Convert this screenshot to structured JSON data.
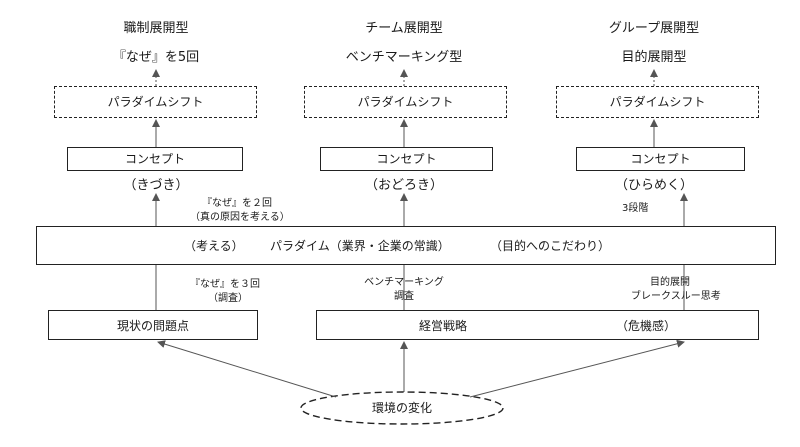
{
  "columns": [
    {
      "type_title": "職制展開型",
      "subtitle": "『なぜ』を5回",
      "paradigm_shift": "パラダイムシフト",
      "concept": "コンセプト",
      "feeling": "（きづき）"
    },
    {
      "type_title": "チーム展開型",
      "subtitle": "ベンチマーキング型",
      "paradigm_shift": "パラダイムシフト",
      "concept": "コンセプト",
      "feeling": "（おどろき）"
    },
    {
      "type_title": "グループ展開型",
      "subtitle": "目的展開型",
      "paradigm_shift": "パラダイムシフト",
      "concept": "コンセプト",
      "feeling": "（ひらめく）"
    }
  ],
  "upper_notes": {
    "left_line1": "『なぜ』を２回",
    "left_line2": "（真の原因を考える）",
    "right": "3段階"
  },
  "paradigm_bar": {
    "left": "（考える）",
    "center": "パラダイム（業界・企業の常識）",
    "right": "（目的へのこだわり）"
  },
  "lower_notes": {
    "left_line1": "『なぜ』を３回",
    "left_line2": "（調査）",
    "middle_line1": "ベンチマーキング",
    "middle_line2": "調査",
    "right_line1": "目的展開",
    "right_line2": "ブレークスルー思考"
  },
  "bottom_boxes": {
    "current_problems": "現状の問題点",
    "strategy": "経営戦略",
    "crisis": "（危機感）"
  },
  "environment": "環境の変化"
}
